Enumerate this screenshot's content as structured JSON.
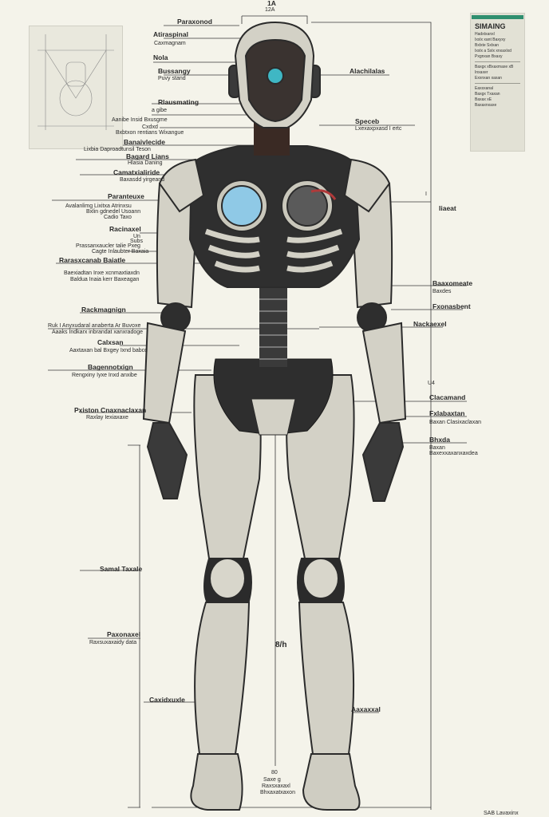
{
  "top_labels": [
    "1A",
    "12A"
  ],
  "left_labels": [
    {
      "t": "Paraxonod",
      "h": true
    },
    {
      "t": "Atiraspinal",
      "h": true
    },
    {
      "t": "Caxmagnam"
    },
    {
      "t": "Nola",
      "h": true
    },
    {
      "t": "Bussangy",
      "h": true
    },
    {
      "t": "Puvy stand"
    },
    {
      "t": "Rlausmating",
      "h": true
    },
    {
      "t": "a gibe"
    },
    {
      "t": "Aanibe Insid   Bxusgme"
    },
    {
      "t": "Cxdxd"
    },
    {
      "t": "Bxbtxon rentians  Wixangue"
    },
    {
      "t": "Banaivlecide",
      "h": true
    },
    {
      "t": "Lixbia Daproadtunsil Teson"
    },
    {
      "t": "Bagard Lians",
      "h": true
    },
    {
      "t": "Hlasia Daning"
    },
    {
      "t": "Camatxialiride",
      "h": true
    },
    {
      "t": "Baxasdd yirgeand"
    },
    {
      "t": "Paranteuxe",
      "h": true
    },
    {
      "t": "Avalanlimg Lixitxa Atrinxsu"
    },
    {
      "t": "Bxlin gdnedel Usoann"
    },
    {
      "t": "Cadio Taxo"
    },
    {
      "t": "Racinaxel",
      "h": true
    },
    {
      "t": "Un"
    },
    {
      "t": "Subs"
    },
    {
      "t": "Prassanxaucler talie Pxeg"
    },
    {
      "t": "Cagte Inlaubter Baxaia"
    },
    {
      "t": "Rarasxcanab Baiatle",
      "h": true
    },
    {
      "t": "Baexiadtan Inxe xcnmaxtiaxdn"
    },
    {
      "t": "Baldua Inaia kerr Baxeagan"
    },
    {
      "t": "Rackmagnign",
      "h": true
    },
    {
      "t": "Ruk I Anyxudaral anaberta Ar Buvoxe"
    },
    {
      "t": "Aaaks Indkarx inbrandat xanxradoge"
    },
    {
      "t": "Calxsan",
      "h": true
    },
    {
      "t": "Aaxtaxan bal Bxgey Ixnd babcd"
    },
    {
      "t": "Bagennotxign",
      "h": true
    },
    {
      "t": "Rengxiny Iyxe Inxd anxibe"
    },
    {
      "t": "Pxiston Cnaxnaclaxan",
      "h": true
    },
    {
      "t": "Raxlay Iexiaxaxe"
    },
    {
      "t": "Samal Taxale",
      "h": true
    },
    {
      "t": "Paxonaxel",
      "h": true
    },
    {
      "t": "Raxsuxaxaidy data"
    },
    {
      "t": "Caxidxuxle",
      "h": true
    }
  ],
  "right_labels": [
    {
      "t": "Alachilalas",
      "h": true
    },
    {
      "t": "Speceb",
      "h": true
    },
    {
      "t": "Lxexaxpxasd I ertc"
    },
    {
      "t": "I"
    },
    {
      "t": "Iiaeat",
      "h": true
    },
    {
      "t": "Baaxomeate",
      "h": true
    },
    {
      "t": "Baxdes"
    },
    {
      "t": "Fxonasbent",
      "h": true
    },
    {
      "t": "Nackaexel",
      "h": true
    },
    {
      "t": "U4"
    },
    {
      "t": "Clacamand",
      "h": true
    },
    {
      "t": "Fxlabaxtan",
      "h": true
    },
    {
      "t": "Baxan Clasixaclaxan"
    },
    {
      "t": "Bhxda",
      "h": true
    },
    {
      "t": "Baxan"
    },
    {
      "t": "Baxexxaxanxaxdea"
    },
    {
      "t": "Aaxaxxal",
      "h": true
    }
  ],
  "center_labels": [
    "8/h",
    "80",
    "Saxe g",
    "Raxsxaxaxl",
    "Bhxaxatxaxon"
  ],
  "footer": "SAB Lavaxinx",
  "card": {
    "title": "SIMAING",
    "lines": [
      "Hadxtxanxl",
      "Ixxlx xant Baxyxy",
      "Bxlxte Sxlxan",
      "Ixxlx a Sxlx xnxaxlxd",
      "Pxgnxan Bxaxy",
      "Baxgx xBxaxmaxe xB",
      "Inxaxer",
      "Exxnxan xaxan",
      "Eaxsxanal",
      "Baxgx Txaxan",
      "Baxax xE",
      "Baxaxnxaxe"
    ]
  },
  "colors": {
    "background": "#f4f3ea",
    "armor": "#d3d1c6",
    "frame": "#2b2b2b",
    "core_blue": "#8fc9e6",
    "accent_teal": "#2f8f6f",
    "wire_red": "#b03a3a"
  }
}
